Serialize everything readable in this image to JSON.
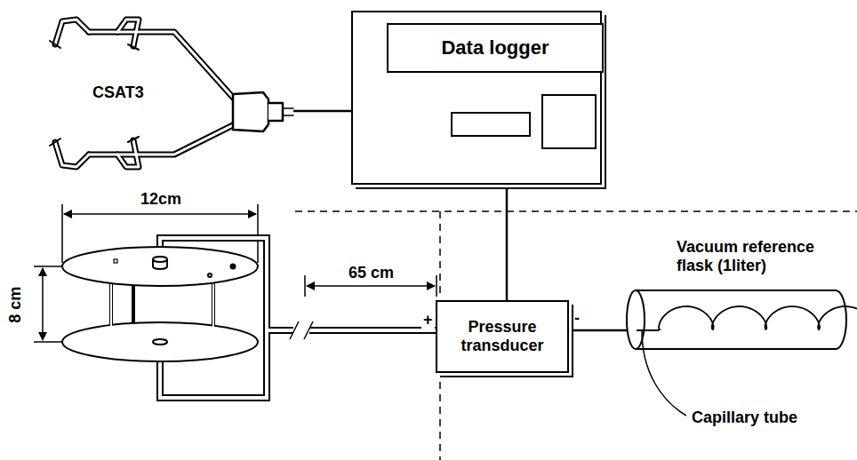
{
  "diagram": {
    "nodes": [
      {
        "text": [
          "CSAT3"
        ]
      },
      {
        "text": [
          "Data logger"
        ]
      },
      {
        "text": [
          "Pressure transducer"
        ]
      },
      {
        "text": [
          "Vacuum reference flask (1liter)"
        ]
      }
    ],
    "edges": [
      {
        "from": 0,
        "to": 1,
        "arrow": "none"
      },
      {
        "from": 1,
        "to": 2,
        "arrow": "none"
      },
      {
        "from": 2,
        "to": 3,
        "arrow": "none"
      }
    ],
    "labels": [
      "12cm",
      "8 cm",
      "65 cm",
      "+",
      "-",
      "Capillary tube"
    ]
  }
}
